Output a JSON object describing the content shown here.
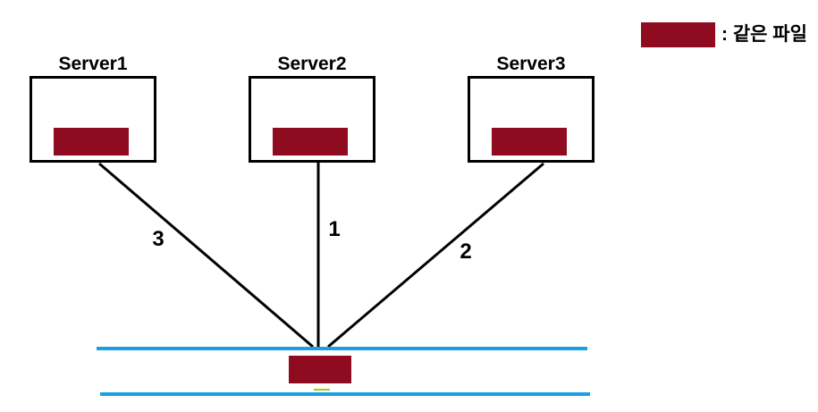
{
  "colors": {
    "accent_red": "#8E0B20",
    "network_blue": "#1BA1E3",
    "line_black": "#000000",
    "highlight_green": "#ABC80E"
  },
  "legend": {
    "label": ": 같은 파일"
  },
  "servers": [
    {
      "name": "Server1"
    },
    {
      "name": "Server2"
    },
    {
      "name": "Server3"
    }
  ],
  "connections": [
    {
      "from": "Server1",
      "label": "3"
    },
    {
      "from": "Server2",
      "label": "1"
    },
    {
      "from": "Server3",
      "label": "2"
    }
  ]
}
